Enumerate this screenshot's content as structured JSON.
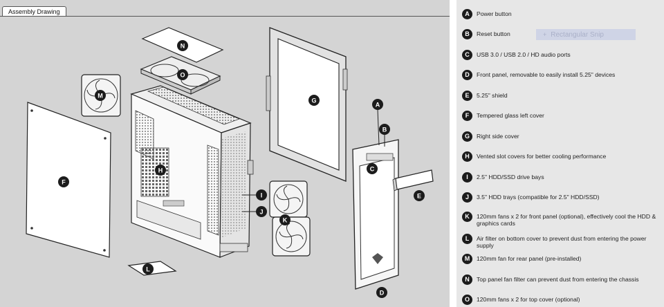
{
  "tab": {
    "label": "Assembly Drawing"
  },
  "snip_overlay": {
    "label": "Rectangular Snip",
    "icon": "plus-icon"
  },
  "labels": [
    "A",
    "B",
    "C",
    "D",
    "E",
    "F",
    "G",
    "H",
    "I",
    "J",
    "K",
    "L",
    "M",
    "N",
    "O"
  ],
  "legend": [
    {
      "letter": "A",
      "text": "Power button"
    },
    {
      "letter": "B",
      "text": "Reset button"
    },
    {
      "letter": "C",
      "text": "USB 3.0 / USB 2.0 / HD audio ports"
    },
    {
      "letter": "D",
      "text": "Front panel, removable to easily install 5.25\" devices"
    },
    {
      "letter": "E",
      "text": "5.25\" shield"
    },
    {
      "letter": "F",
      "text": "Tempered glass left cover"
    },
    {
      "letter": "G",
      "text": "Right side cover"
    },
    {
      "letter": "H",
      "text": "Vented slot covers for better cooling performance"
    },
    {
      "letter": "I",
      "text": "2.5\" HDD/SSD drive bays"
    },
    {
      "letter": "J",
      "text": "3.5\" HDD trays (compatible for 2.5\" HDD/SSD)"
    },
    {
      "letter": "K",
      "text": "120mm fans x 2 for front panel (optional), effectively cool the HDD & graphics cards"
    },
    {
      "letter": "L",
      "text": "Air filter on bottom cover to prevent dust from entering the power supply"
    },
    {
      "letter": "M",
      "text": "120mm fan for rear panel (pre-installed)"
    },
    {
      "letter": "N",
      "text": "Top panel fan filter can prevent dust from entering the chassis"
    },
    {
      "letter": "O",
      "text": "120mm fans x 2 for top cover (optional)"
    }
  ]
}
